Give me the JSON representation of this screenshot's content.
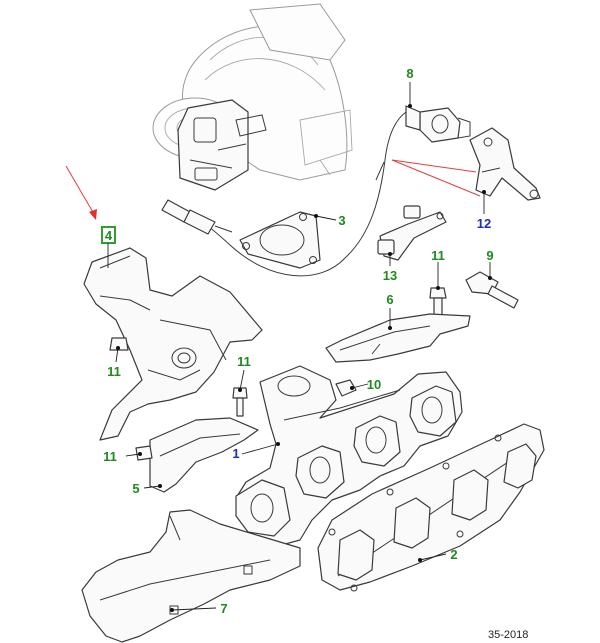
{
  "colors": {
    "callout_green": "#1f8a1f",
    "callout_blue": "#1a2fb8",
    "indicator_red": "#e03030",
    "highlight_box": "#2ea02e"
  },
  "callouts": [
    {
      "id": "c8",
      "label": "8",
      "color": "green"
    },
    {
      "id": "c3",
      "label": "3",
      "color": "green"
    },
    {
      "id": "c12",
      "label": "12",
      "color": "blue"
    },
    {
      "id": "c13",
      "label": "13",
      "color": "green"
    },
    {
      "id": "c11a",
      "label": "11",
      "color": "green"
    },
    {
      "id": "c9",
      "label": "9",
      "color": "green"
    },
    {
      "id": "c6",
      "label": "6",
      "color": "green"
    },
    {
      "id": "c11b",
      "label": "11",
      "color": "green"
    },
    {
      "id": "c11c",
      "label": "11",
      "color": "green"
    },
    {
      "id": "c10",
      "label": "10",
      "color": "green"
    },
    {
      "id": "c1",
      "label": "1",
      "color": "blue"
    },
    {
      "id": "c11d",
      "label": "11",
      "color": "green"
    },
    {
      "id": "c5",
      "label": "5",
      "color": "green"
    },
    {
      "id": "c2",
      "label": "2",
      "color": "green"
    },
    {
      "id": "c7",
      "label": "7",
      "color": "green"
    }
  ],
  "highlighted_part": {
    "label": "4",
    "icon": "highlight-box"
  },
  "reference_code": "35-2018",
  "indicator": {
    "icon": "red-arrow-icon"
  }
}
